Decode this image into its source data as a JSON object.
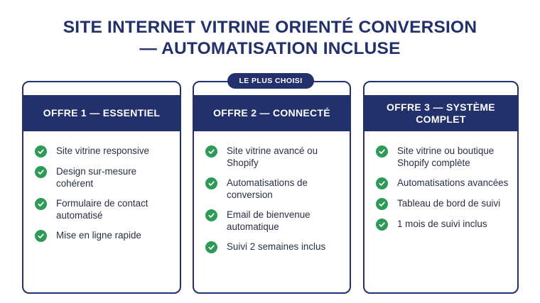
{
  "title": {
    "line1": "SITE INTERNET VITRINE ORIENTÉ CONVERSION",
    "line2": "— AUTOMATISATION INCLUSE"
  },
  "badge": "LE PLUS CHOISI",
  "offers": [
    {
      "name": "OFFRE 1 — ESSENTIEL",
      "features": [
        "Site vitrine responsive",
        "Design sur-mesure cohérent",
        "Formulaire de contact automatisé",
        "Mise en ligne rapide"
      ]
    },
    {
      "name": "OFFRE 2 — CONNECTÉ",
      "features": [
        "Site vitrine avancé ou Shopify",
        "Automatisations de conversion",
        "Email de bienvenue automatique",
        "Suivi 2 semaines inclus"
      ]
    },
    {
      "name": "OFFRE 3 — SYSTÈME COMPLET",
      "features": [
        "Site vitrine ou boutique Shopify complète",
        "Automatisations avancées",
        "Tableau de bord de suivi",
        "1 mois de suivi inclus"
      ]
    }
  ],
  "colors": {
    "primary": "#22306b",
    "check": "#2e9a57",
    "text": "#2a2f45",
    "background": "#ffffff"
  },
  "icons": {
    "feature_bullet": "check-circle-icon"
  }
}
